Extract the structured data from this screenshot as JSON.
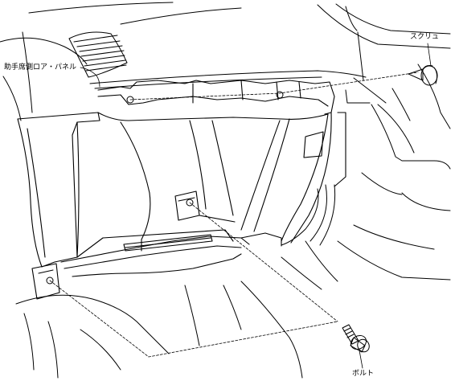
{
  "labels": {
    "panel": "助手席側ロア・パネル",
    "screw": "スクリュ",
    "bolt": "ボルト"
  },
  "colors": {
    "stroke": "#000000",
    "background": "#ffffff"
  }
}
